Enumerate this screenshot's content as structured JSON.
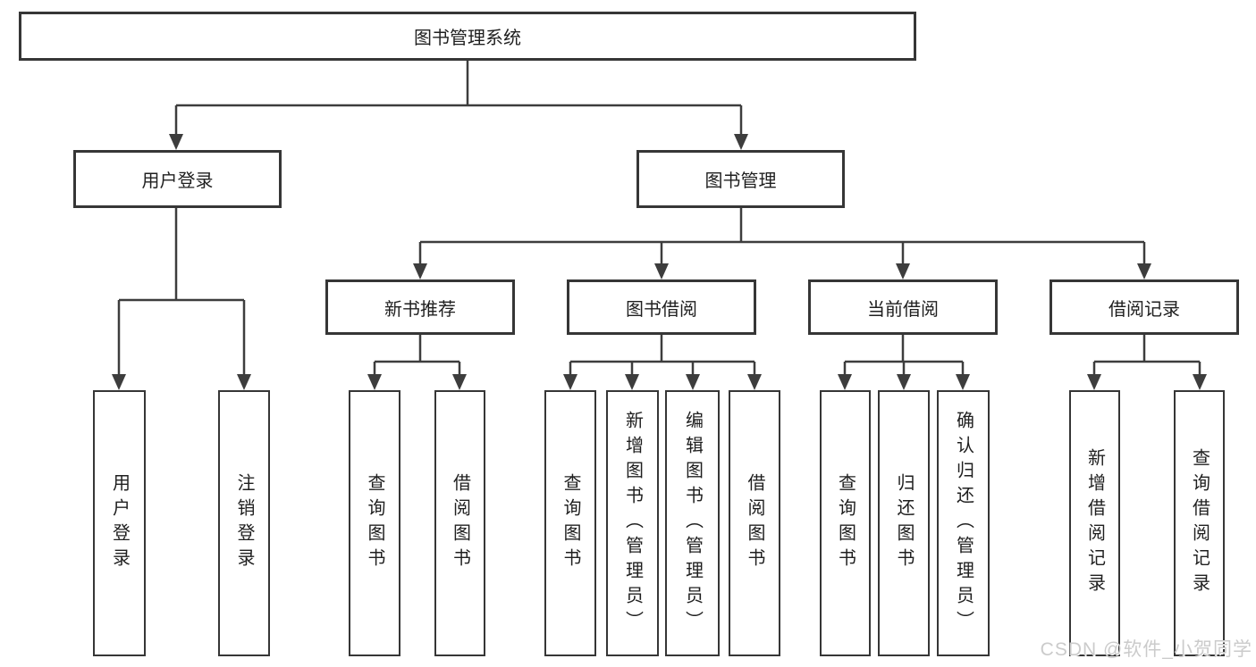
{
  "diagram": {
    "title": "图书管理系统",
    "branches": [
      {
        "label": "用户登录",
        "children": [
          "用户登录",
          "注销登录"
        ]
      },
      {
        "label": "图书管理",
        "children": [
          {
            "label": "新书推荐",
            "children": [
              "查询图书",
              "借阅图书"
            ]
          },
          {
            "label": "图书借阅",
            "children": [
              "查询图书",
              "新增图书（管理员）",
              "编辑图书（管理员）",
              "借阅图书"
            ]
          },
          {
            "label": "当前借阅",
            "children": [
              "查询图书",
              "归还图书",
              "确认归还（管理员）"
            ]
          },
          {
            "label": "借阅记录",
            "children": [
              "新增借阅记录",
              "查询借阅记录"
            ]
          }
        ]
      }
    ]
  },
  "watermark": "CSDN @软件_小贺同学",
  "colors": {
    "line": "#3d3d3d",
    "box_border": "#363636",
    "text": "#1f1f1f",
    "background": "#ffffff",
    "watermark": "#cbcbcb"
  }
}
